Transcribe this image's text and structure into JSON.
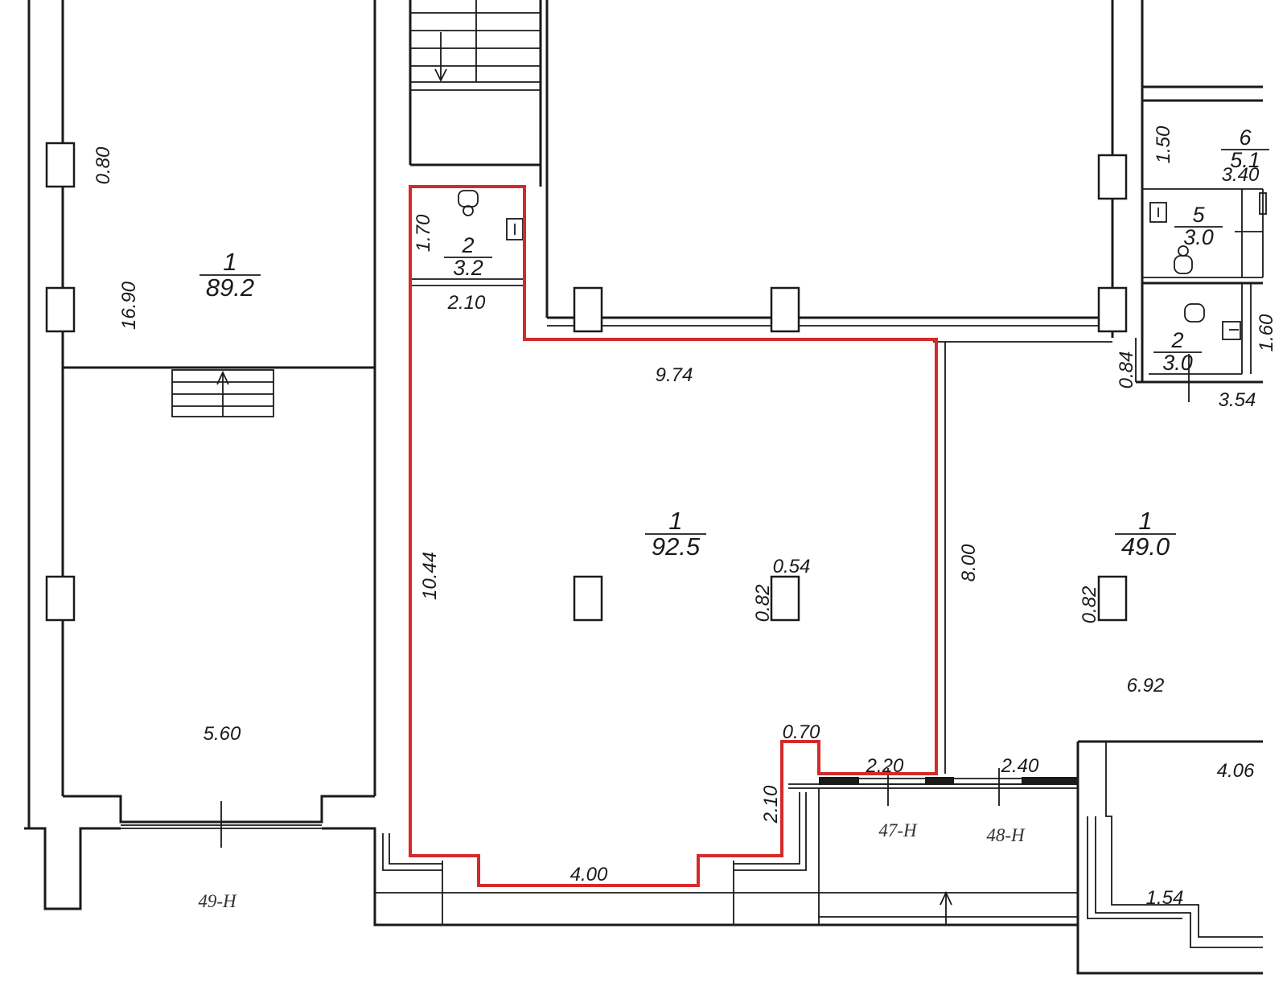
{
  "rooms": [
    {
      "id": "room-89",
      "number": "1",
      "area": "89.2"
    },
    {
      "id": "room-92",
      "number": "1",
      "area": "92.5"
    },
    {
      "id": "room-49",
      "number": "1",
      "area": "49.0"
    },
    {
      "id": "room-wc-a",
      "number": "2",
      "area": "3.2"
    },
    {
      "id": "room-6",
      "number": "6",
      "area": "5.1"
    },
    {
      "id": "room-5",
      "number": "5",
      "area": "3.0"
    },
    {
      "id": "room-wc-b",
      "number": "2",
      "area": "3.0"
    }
  ],
  "dimensions": [
    "0.80",
    "16.90",
    "5.60",
    "1.70",
    "2.10",
    "9.74",
    "10.44",
    "0.54",
    "0.82",
    "8.00",
    "0.82",
    "6.92",
    "0.70",
    "2.10",
    "2.20",
    "2.40",
    "4.00",
    "1.50",
    "3.40",
    "1.60",
    "0.84",
    "3.54",
    "4.06",
    "1.54"
  ],
  "unit_tags": [
    "49-Н",
    "47-Н",
    "48-Н"
  ],
  "colors": {
    "highlight": "#d42a2a",
    "lines": "#1a1a1a",
    "background": "#ffffff"
  }
}
